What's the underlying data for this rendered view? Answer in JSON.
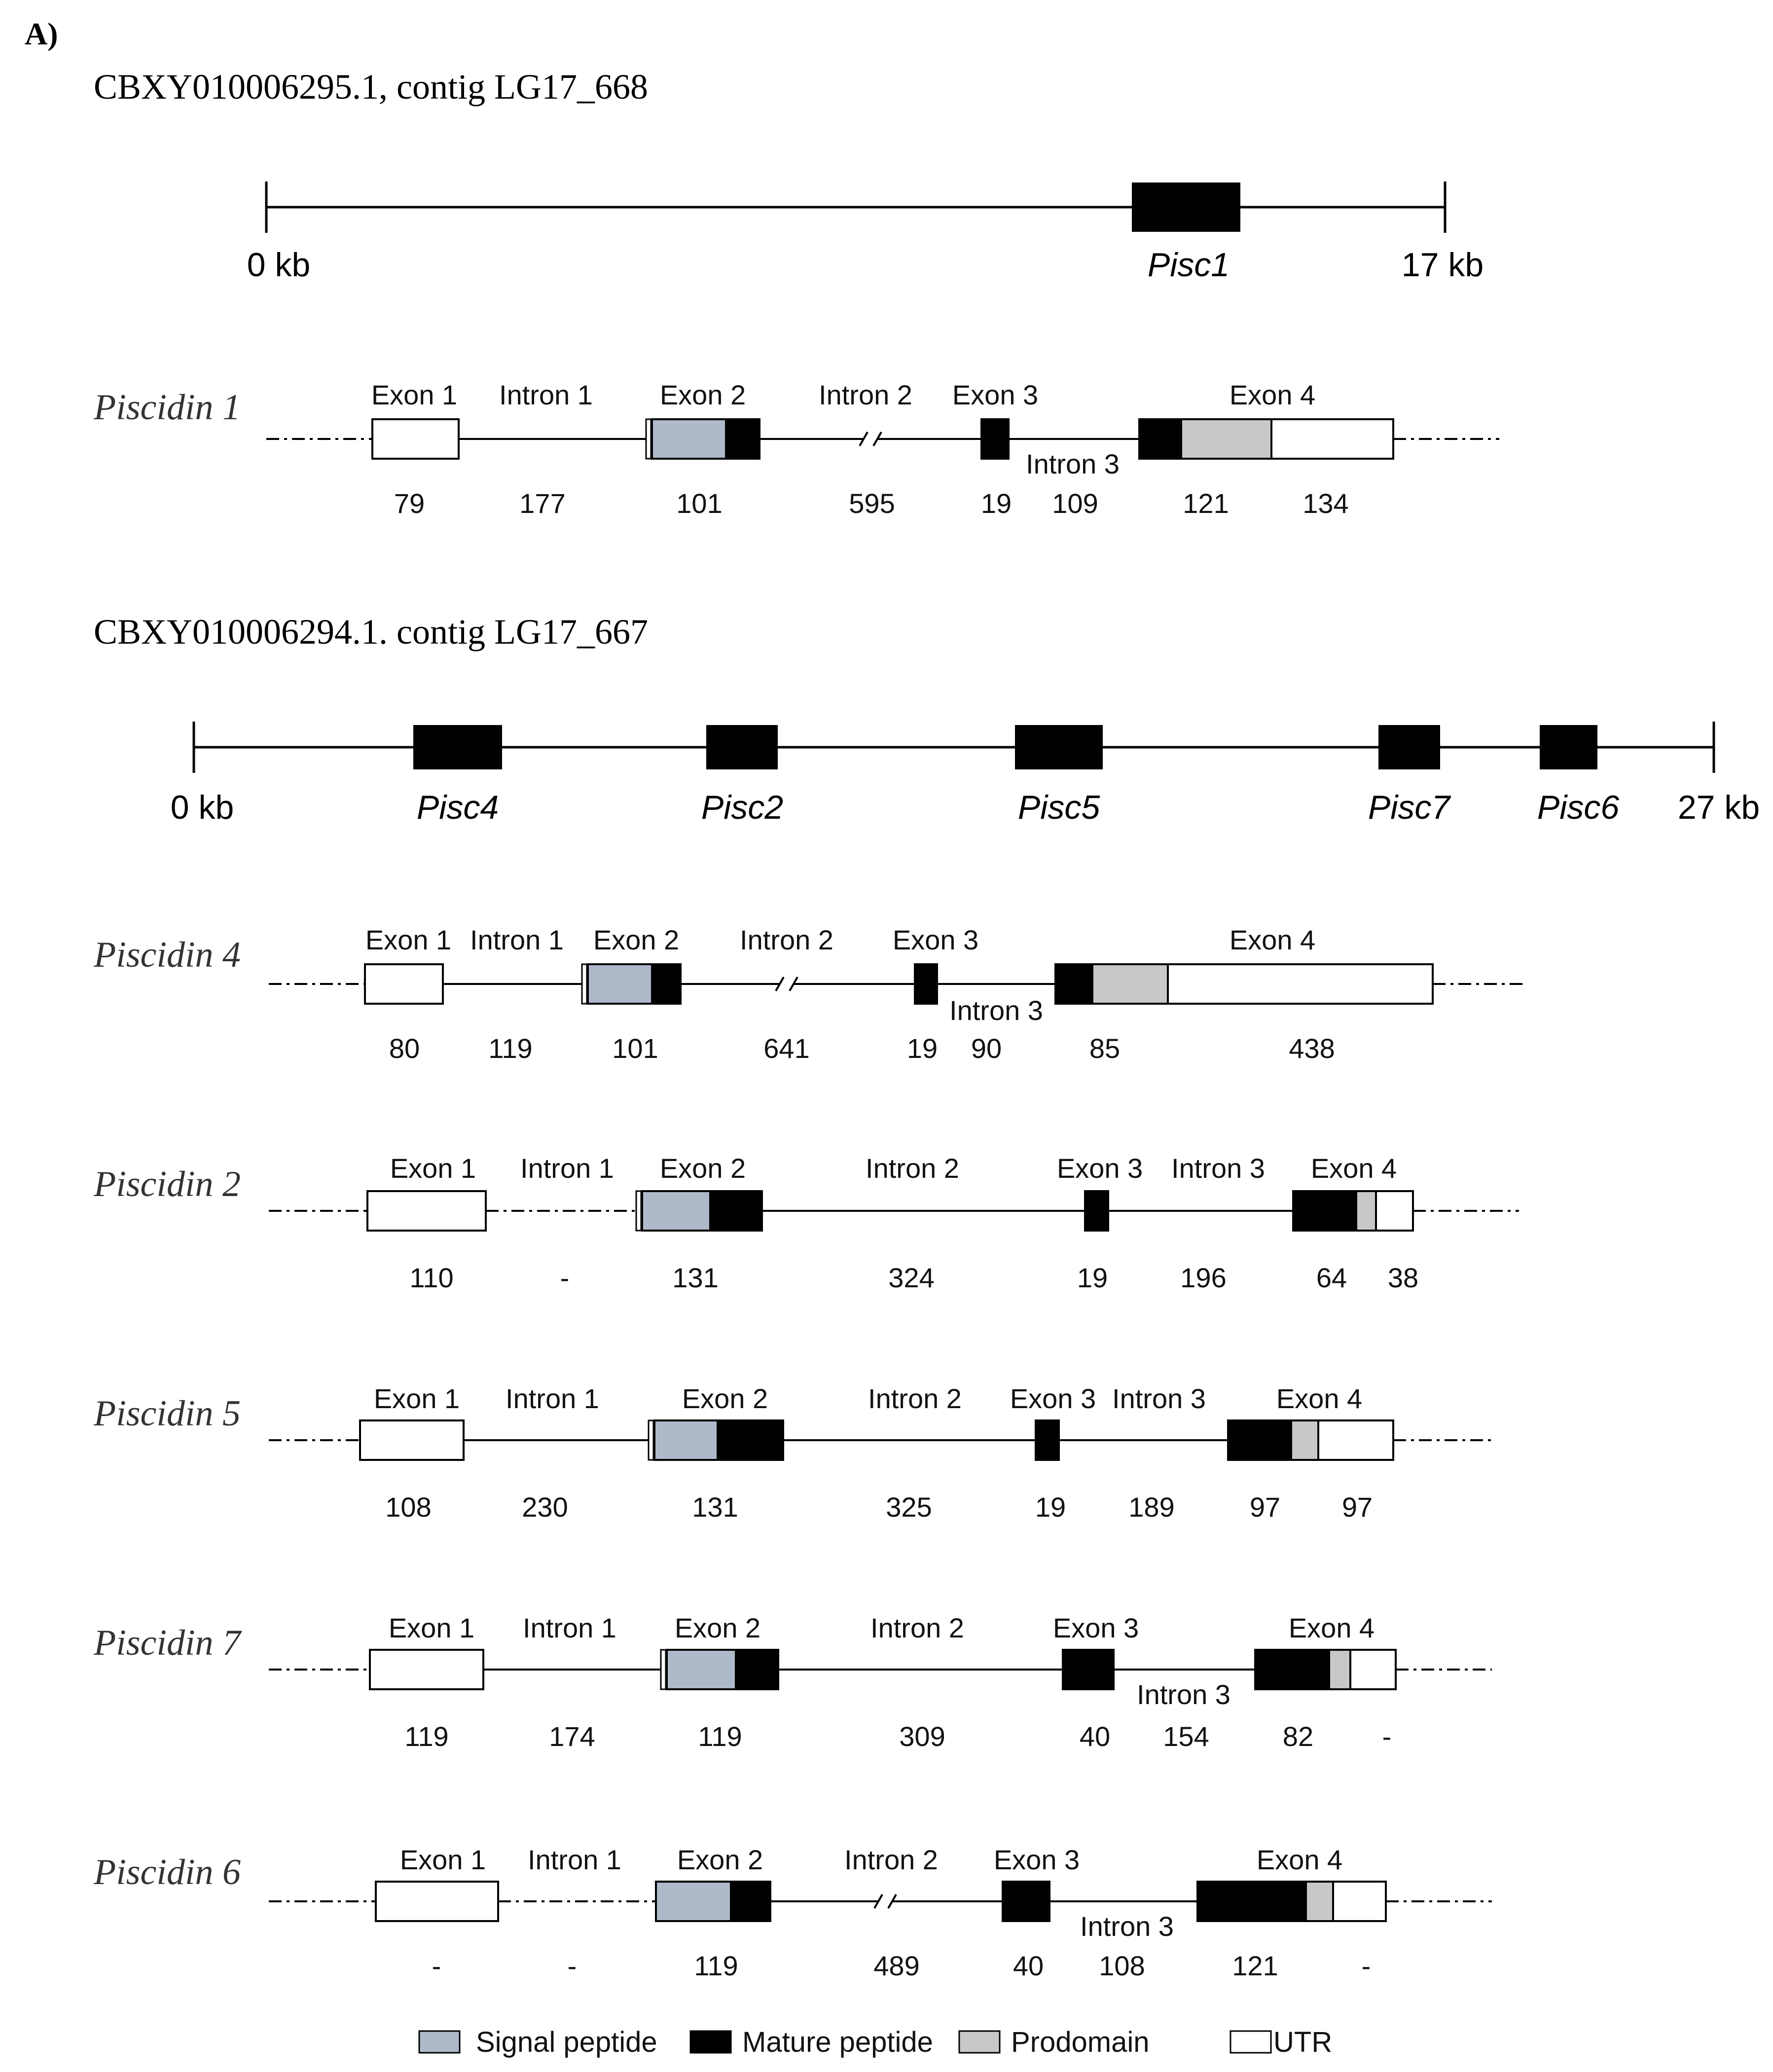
{
  "panel_label": "A)",
  "legend": {
    "signal": "Signal peptide",
    "mature": "Mature peptide",
    "prodomain": "Prodomain",
    "utr": "UTR"
  },
  "colors": {
    "signal": "#aeb9c9",
    "mature": "#000000",
    "prodomain": "#c8c8c8",
    "utr": "#ffffff",
    "line": "#000000"
  },
  "scaffold1": {
    "contig": "CBXY010006295.1, contig LG17_668",
    "start_label": "0 kb",
    "end_label": "17 kb",
    "loci": [
      "Pisc1"
    ]
  },
  "scaffold2": {
    "contig": "CBXY010006294.1. contig LG17_667",
    "start_label": "0 kb",
    "end_label": "27 kb",
    "loci": [
      "Pisc4",
      "Pisc2",
      "Pisc5",
      "Pisc7",
      "Pisc6"
    ]
  },
  "genes": [
    {
      "name": "Piscidin 1",
      "labels": [
        "Exon 1",
        "Intron 1",
        "Exon 2",
        "Intron 2",
        "Exon 3",
        "Intron 3",
        "Exon 4"
      ],
      "lengths": [
        "79",
        "177",
        "101",
        "595",
        "19",
        "109",
        "121",
        "134"
      ]
    },
    {
      "name": "Piscidin 4",
      "labels": [
        "Exon 1",
        "Intron 1",
        "Exon 2",
        "Intron 2",
        "Exon 3",
        "Intron 3",
        "Exon 4"
      ],
      "lengths": [
        "80",
        "119",
        "101",
        "641",
        "19",
        "90",
        "85",
        "438"
      ]
    },
    {
      "name": "Piscidin 2",
      "labels": [
        "Exon 1",
        "Intron 1",
        "Exon 2",
        "Intron 2",
        "Exon 3",
        "Intron 3",
        "Exon 4"
      ],
      "lengths": [
        "110",
        "-",
        "131",
        "324",
        "19",
        "196",
        "64",
        "38"
      ]
    },
    {
      "name": "Piscidin 5",
      "labels": [
        "Exon 1",
        "Intron 1",
        "Exon 2",
        "Intron 2",
        "Exon 3",
        "Intron 3",
        "Exon 4"
      ],
      "lengths": [
        "108",
        "230",
        "131",
        "325",
        "19",
        "189",
        "97",
        "97"
      ]
    },
    {
      "name": "Piscidin 7",
      "labels": [
        "Exon 1",
        "Intron 1",
        "Exon 2",
        "Intron 2",
        "Exon 3",
        "Intron 3",
        "Exon 4"
      ],
      "lengths": [
        "119",
        "174",
        "119",
        "309",
        "40",
        "154",
        "82",
        "-"
      ]
    },
    {
      "name": "Piscidin 6",
      "labels": [
        "Exon 1",
        "Intron 1",
        "Exon 2",
        "Intron 2",
        "Exon 3",
        "Intron 3",
        "Exon 4"
      ],
      "lengths": [
        "-",
        "-",
        "119",
        "489",
        "40",
        "108",
        "121",
        "-"
      ]
    }
  ]
}
